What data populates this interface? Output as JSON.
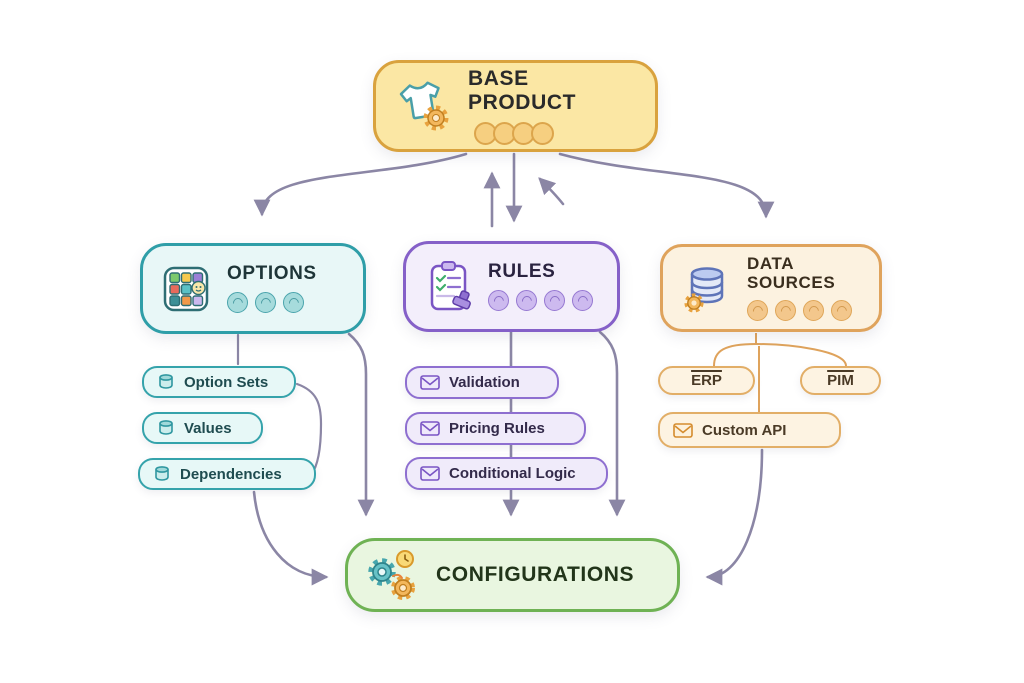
{
  "colors": {
    "arrow": "#8B86A5",
    "amber_border": "#D9A23E",
    "amber_fill": "#FBE7A4",
    "teal_border": "#2F9EA8",
    "teal_fill": "#E8F7F7",
    "purple_border": "#8560C8",
    "purple_fill": "#F3EEFB",
    "orange_border": "#DFA35C",
    "orange_fill": "#FCF2E0",
    "green_border": "#6FB254",
    "green_fill": "#E9F6E0"
  },
  "nodes": {
    "base_product": {
      "title": "BASE PRODUCT",
      "icon": "tshirt-gear-icon"
    },
    "options": {
      "title": "OPTIONS",
      "icon": "swatch-grid-icon",
      "items": [
        {
          "label": "Option Sets",
          "icon": "database-small-icon"
        },
        {
          "label": "Values",
          "icon": "database-small-icon"
        },
        {
          "label": "Dependencies",
          "icon": "database-small-icon"
        }
      ]
    },
    "rules": {
      "title": "RULES",
      "icon": "checklist-stamp-icon",
      "items": [
        {
          "label": "Validation",
          "icon": "envelope-icon"
        },
        {
          "label": "Pricing Rules",
          "icon": "envelope-icon"
        },
        {
          "label": "Conditional Logic",
          "icon": "envelope-icon"
        }
      ]
    },
    "data_sources": {
      "title": "DATA SOURCES",
      "icon": "database-gear-icon",
      "items": [
        {
          "label": "ERP"
        },
        {
          "label": "PIM"
        },
        {
          "label": "Custom API",
          "icon": "envelope-icon"
        }
      ]
    },
    "configurations": {
      "title": "CONFIGURATIONS",
      "icon": "gears-clock-icon"
    }
  },
  "edges": [
    {
      "from": "base_product",
      "to": "options",
      "bidirectional": true
    },
    {
      "from": "base_product",
      "to": "rules",
      "bidirectional": true
    },
    {
      "from": "base_product",
      "to": "data_sources",
      "bidirectional": false
    },
    {
      "from": "options",
      "to": "configurations"
    },
    {
      "from": "rules",
      "to": "configurations"
    },
    {
      "from": "data_sources",
      "to": "configurations"
    },
    {
      "from": "dependencies",
      "to": "configurations"
    },
    {
      "from": "data_sources",
      "to": "erp"
    },
    {
      "from": "data_sources",
      "to": "pim"
    },
    {
      "from": "data_sources",
      "to": "custom_api"
    }
  ]
}
